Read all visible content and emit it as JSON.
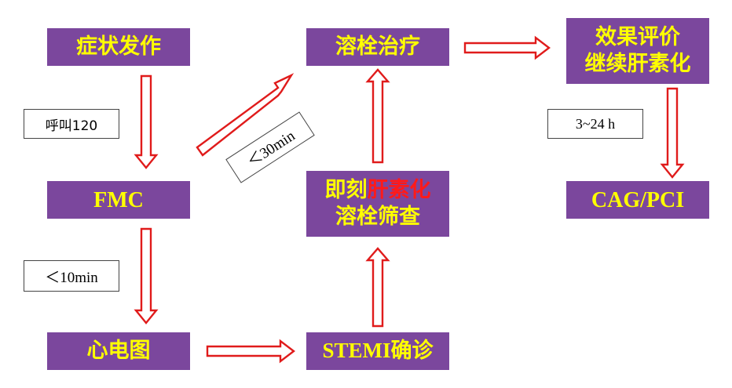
{
  "nodes": {
    "symptom_onset": "症状发作",
    "fmc": "FMC",
    "ecg": "心电图",
    "stemi_diagnosis": "STEMI确诊",
    "screening": {
      "line1_prefix": "即刻",
      "line1_highlight": "肝素化",
      "line2": "溶栓筛查"
    },
    "thrombolysis": "溶栓治疗",
    "evaluation": {
      "line1": "效果评价",
      "line2": "继续肝素化"
    },
    "cag_pci": "CAG/PCI"
  },
  "notes": {
    "call_120": "呼叫120",
    "lt_10min": "＜10min",
    "lt_30min": "＜30min",
    "hours_3_24": "3~24 h"
  },
  "colors": {
    "box_fill": "#7b479d",
    "box_text": "#ffff00",
    "highlight_text": "#ff1a1a",
    "arrow_outline": "#e01b1b"
  }
}
